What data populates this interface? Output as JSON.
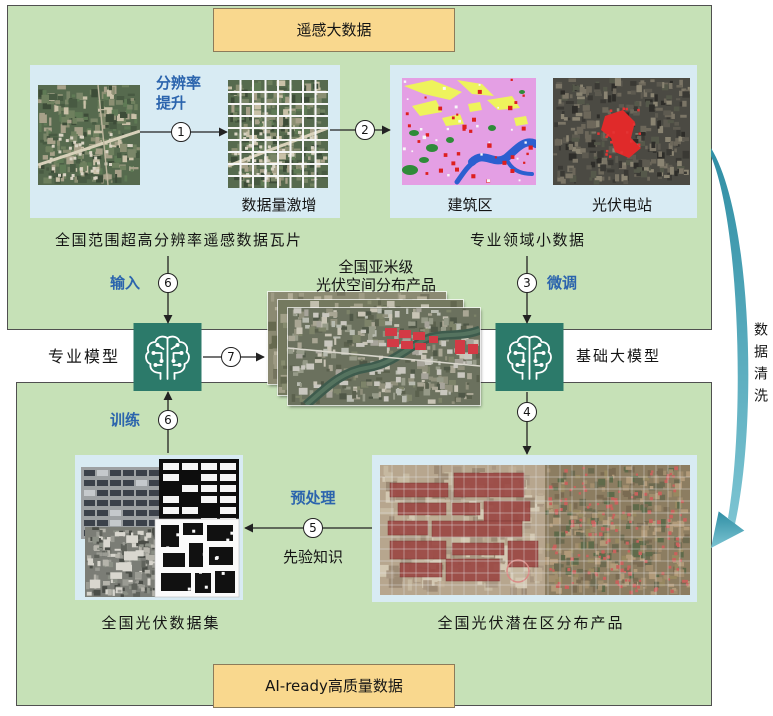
{
  "top_panel": {
    "title": "遥感大数据",
    "resolution_label": [
      "分辨率",
      "提升"
    ],
    "tile_caption": "数据量激增",
    "class_caption_building": "建筑区",
    "class_caption_pv": "光伏电站",
    "tiles_label": "全国范围超高分辨率遥感数据瓦片",
    "domain_label": "专业领域小数据",
    "input_label": "输入",
    "finetune_label": "微调"
  },
  "center": {
    "product_label": [
      "全国亚米级",
      "光伏空间分布产品"
    ],
    "professional_model": "专业模型",
    "foundation_model": "基础大模型"
  },
  "bottom_panel": {
    "title": "AI-ready高质量数据",
    "train_label": "训练",
    "preprocess_label": "预处理",
    "prior_label": "先验知识",
    "dataset_label": "全国光伏数据集",
    "potential_label": "全国光伏潜在区分布产品"
  },
  "side": {
    "cleaning_label": "数据清洗"
  },
  "steps": {
    "s1": "1",
    "s2": "2",
    "s3": "3",
    "s4": "4",
    "s5": "5",
    "s6_input": "6",
    "s6_train": "6",
    "s7": "7"
  },
  "icons": {
    "professional_model": "brain-circuit-icon",
    "foundation_model": "brain-circuit-icon",
    "data_cleaning": "curved-arrow-icon",
    "flow": "arrow-right-icon"
  },
  "colors": {
    "panel_green": "#c6e1b7",
    "title_orange": "#f9d88e",
    "inner_blue": "#d8ebf3",
    "label_blue": "#2b64ad",
    "model_teal": "#2c7a6a",
    "cleaning_arrow_top": "#2f8ea4",
    "cleaning_arrow_bottom": "#7cc4d2"
  }
}
